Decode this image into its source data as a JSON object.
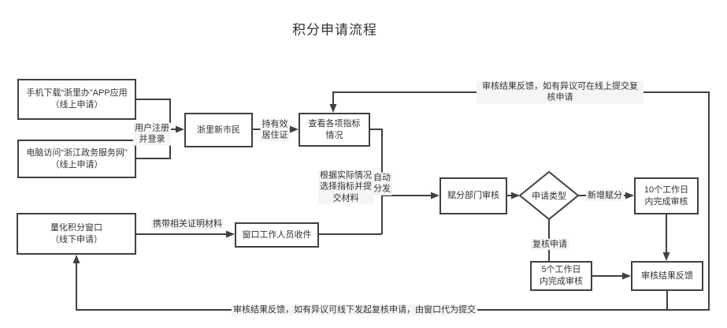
{
  "title": "积分申请流程",
  "colors": {
    "line": "#404040",
    "text": "#333333",
    "label_bg": "#f5f5f5",
    "node_bg": "#ffffff"
  },
  "nodes": {
    "mobile_app": "手机下载“浙里办”APP应用\n（线上申请）",
    "pc_portal": "电脑访问“浙江政务服务网”\n（线上申请）",
    "new_citizen": "浙里新市民",
    "view_indicators": "查看各项指标\n情况",
    "scoring_dept_review": "赋分部门审核",
    "apply_type": "申请类型",
    "ten_days_review": "10个工作日\n内完成审核",
    "five_days_review": "5个工作日\n内完成审核",
    "review_result_feedback": "审核结果反馈",
    "offline_window": "量化积分窗口\n（线下申请）",
    "window_staff_receive": "窗口工作人员收件"
  },
  "edge_labels": {
    "register_login": "用户注册\n并登录",
    "residence_permit": "持有效\n居住证",
    "choose_indicators": "根据实际情况\n选择指标并提\n交材料",
    "auto_dispatch": "自动\n分发",
    "new_scoring": "新增赋分",
    "review_application": "复核申请",
    "carry_materials": "携带相关证明材料",
    "online_feedback": "审核结果反馈，如有异议可在线上提交复核申请",
    "offline_feedback": "审核结果反馈，如有异议可线下发起复核申请，由窗口代为提交"
  }
}
